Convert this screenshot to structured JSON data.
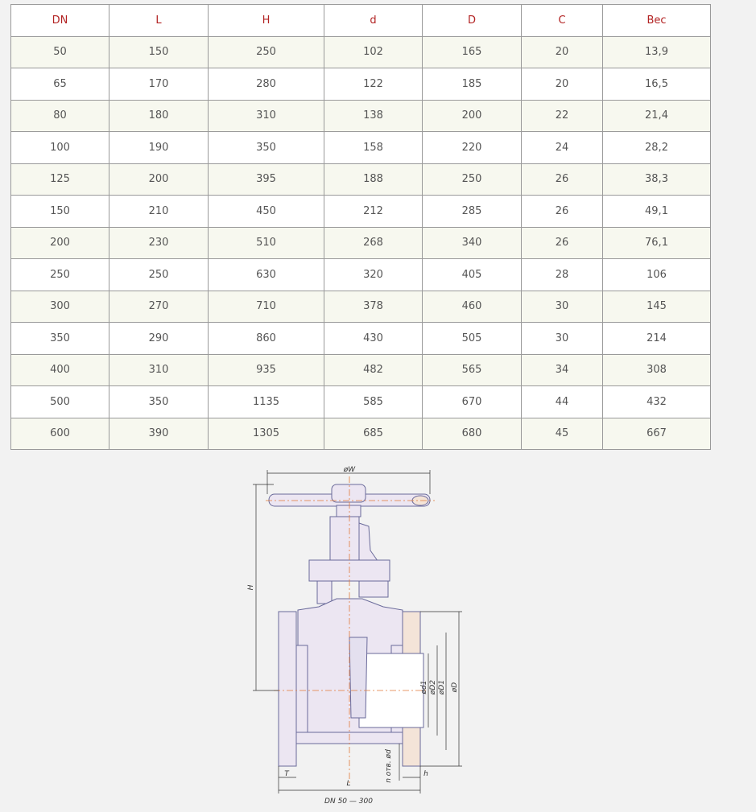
{
  "table": {
    "headers": [
      "DN",
      "L",
      "H",
      "d",
      "D",
      "C",
      "Вес"
    ],
    "rows": [
      [
        "50",
        "150",
        "250",
        "102",
        "165",
        "20",
        "13,9"
      ],
      [
        "65",
        "170",
        "280",
        "122",
        "185",
        "20",
        "16,5"
      ],
      [
        "80",
        "180",
        "310",
        "138",
        "200",
        "22",
        "21,4"
      ],
      [
        "100",
        "190",
        "350",
        "158",
        "220",
        "24",
        "28,2"
      ],
      [
        "125",
        "200",
        "395",
        "188",
        "250",
        "26",
        "38,3"
      ],
      [
        "150",
        "210",
        "450",
        "212",
        "285",
        "26",
        "49,1"
      ],
      [
        "200",
        "230",
        "510",
        "268",
        "340",
        "26",
        "76,1"
      ],
      [
        "250",
        "250",
        "630",
        "320",
        "405",
        "28",
        "106"
      ],
      [
        "300",
        "270",
        "710",
        "378",
        "460",
        "30",
        "145"
      ],
      [
        "350",
        "290",
        "860",
        "430",
        "505",
        "30",
        "214"
      ],
      [
        "400",
        "310",
        "935",
        "482",
        "565",
        "34",
        "308"
      ],
      [
        "500",
        "350",
        "1135",
        "585",
        "670",
        "44",
        "432"
      ],
      [
        "600",
        "390",
        "1305",
        "685",
        "680",
        "45",
        "667"
      ]
    ]
  },
  "drawing": {
    "labels": {
      "W": "øW",
      "H": "H",
      "d1": "ød1",
      "D2": "øD2",
      "D1": "øD1",
      "D": "øD",
      "holes": "n отв. ød",
      "T": "T",
      "L": "L",
      "h": "h"
    },
    "caption": "DN 50 — 300"
  },
  "colors": {
    "header_text": "#b22222",
    "row_alt": "#f7f8ef",
    "line": "#6a6a9a",
    "center": "#e07a3a"
  }
}
